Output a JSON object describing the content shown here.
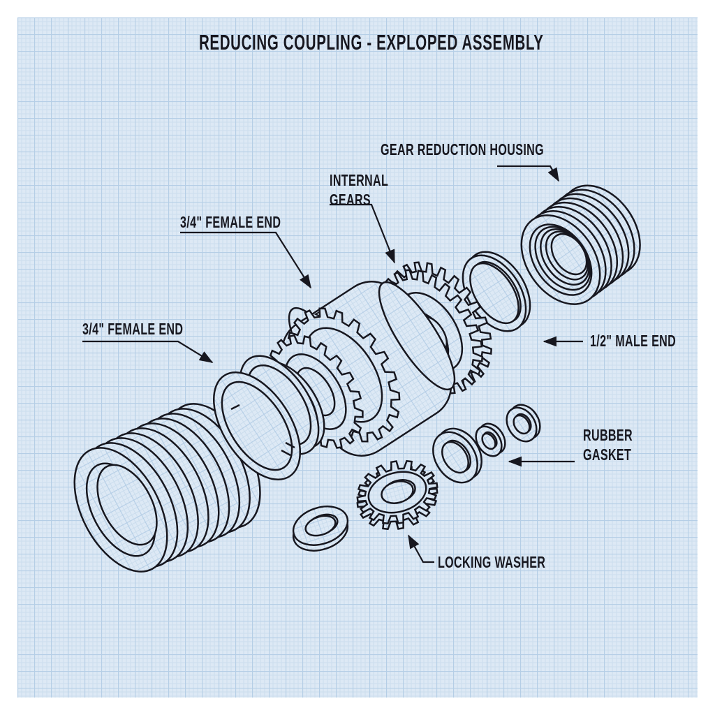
{
  "title": "REDUCING COUPLING - EXPLOPED ASSEMBLY",
  "labels": {
    "gear_reduction_housing": "GEAR REDUCTION HOUSING",
    "internal_gears_line1": "INTERNAL",
    "internal_gears_line2": "GEARS",
    "female_end_top": "3/4\" FEMALE END",
    "female_end_left": "3/4\" FEMALE END",
    "male_end": "1/2\" MALE END",
    "rubber_gasket_line1": "RUBBER",
    "rubber_gasket_line2": "GASKET",
    "locking_washer": "LOCKING WASHER"
  },
  "colors": {
    "ink": "#17171f",
    "paper": "#dde9f5",
    "grid_fine": "#cbdded",
    "grid_major": "#b5cee6",
    "margin": "#ffffff"
  }
}
